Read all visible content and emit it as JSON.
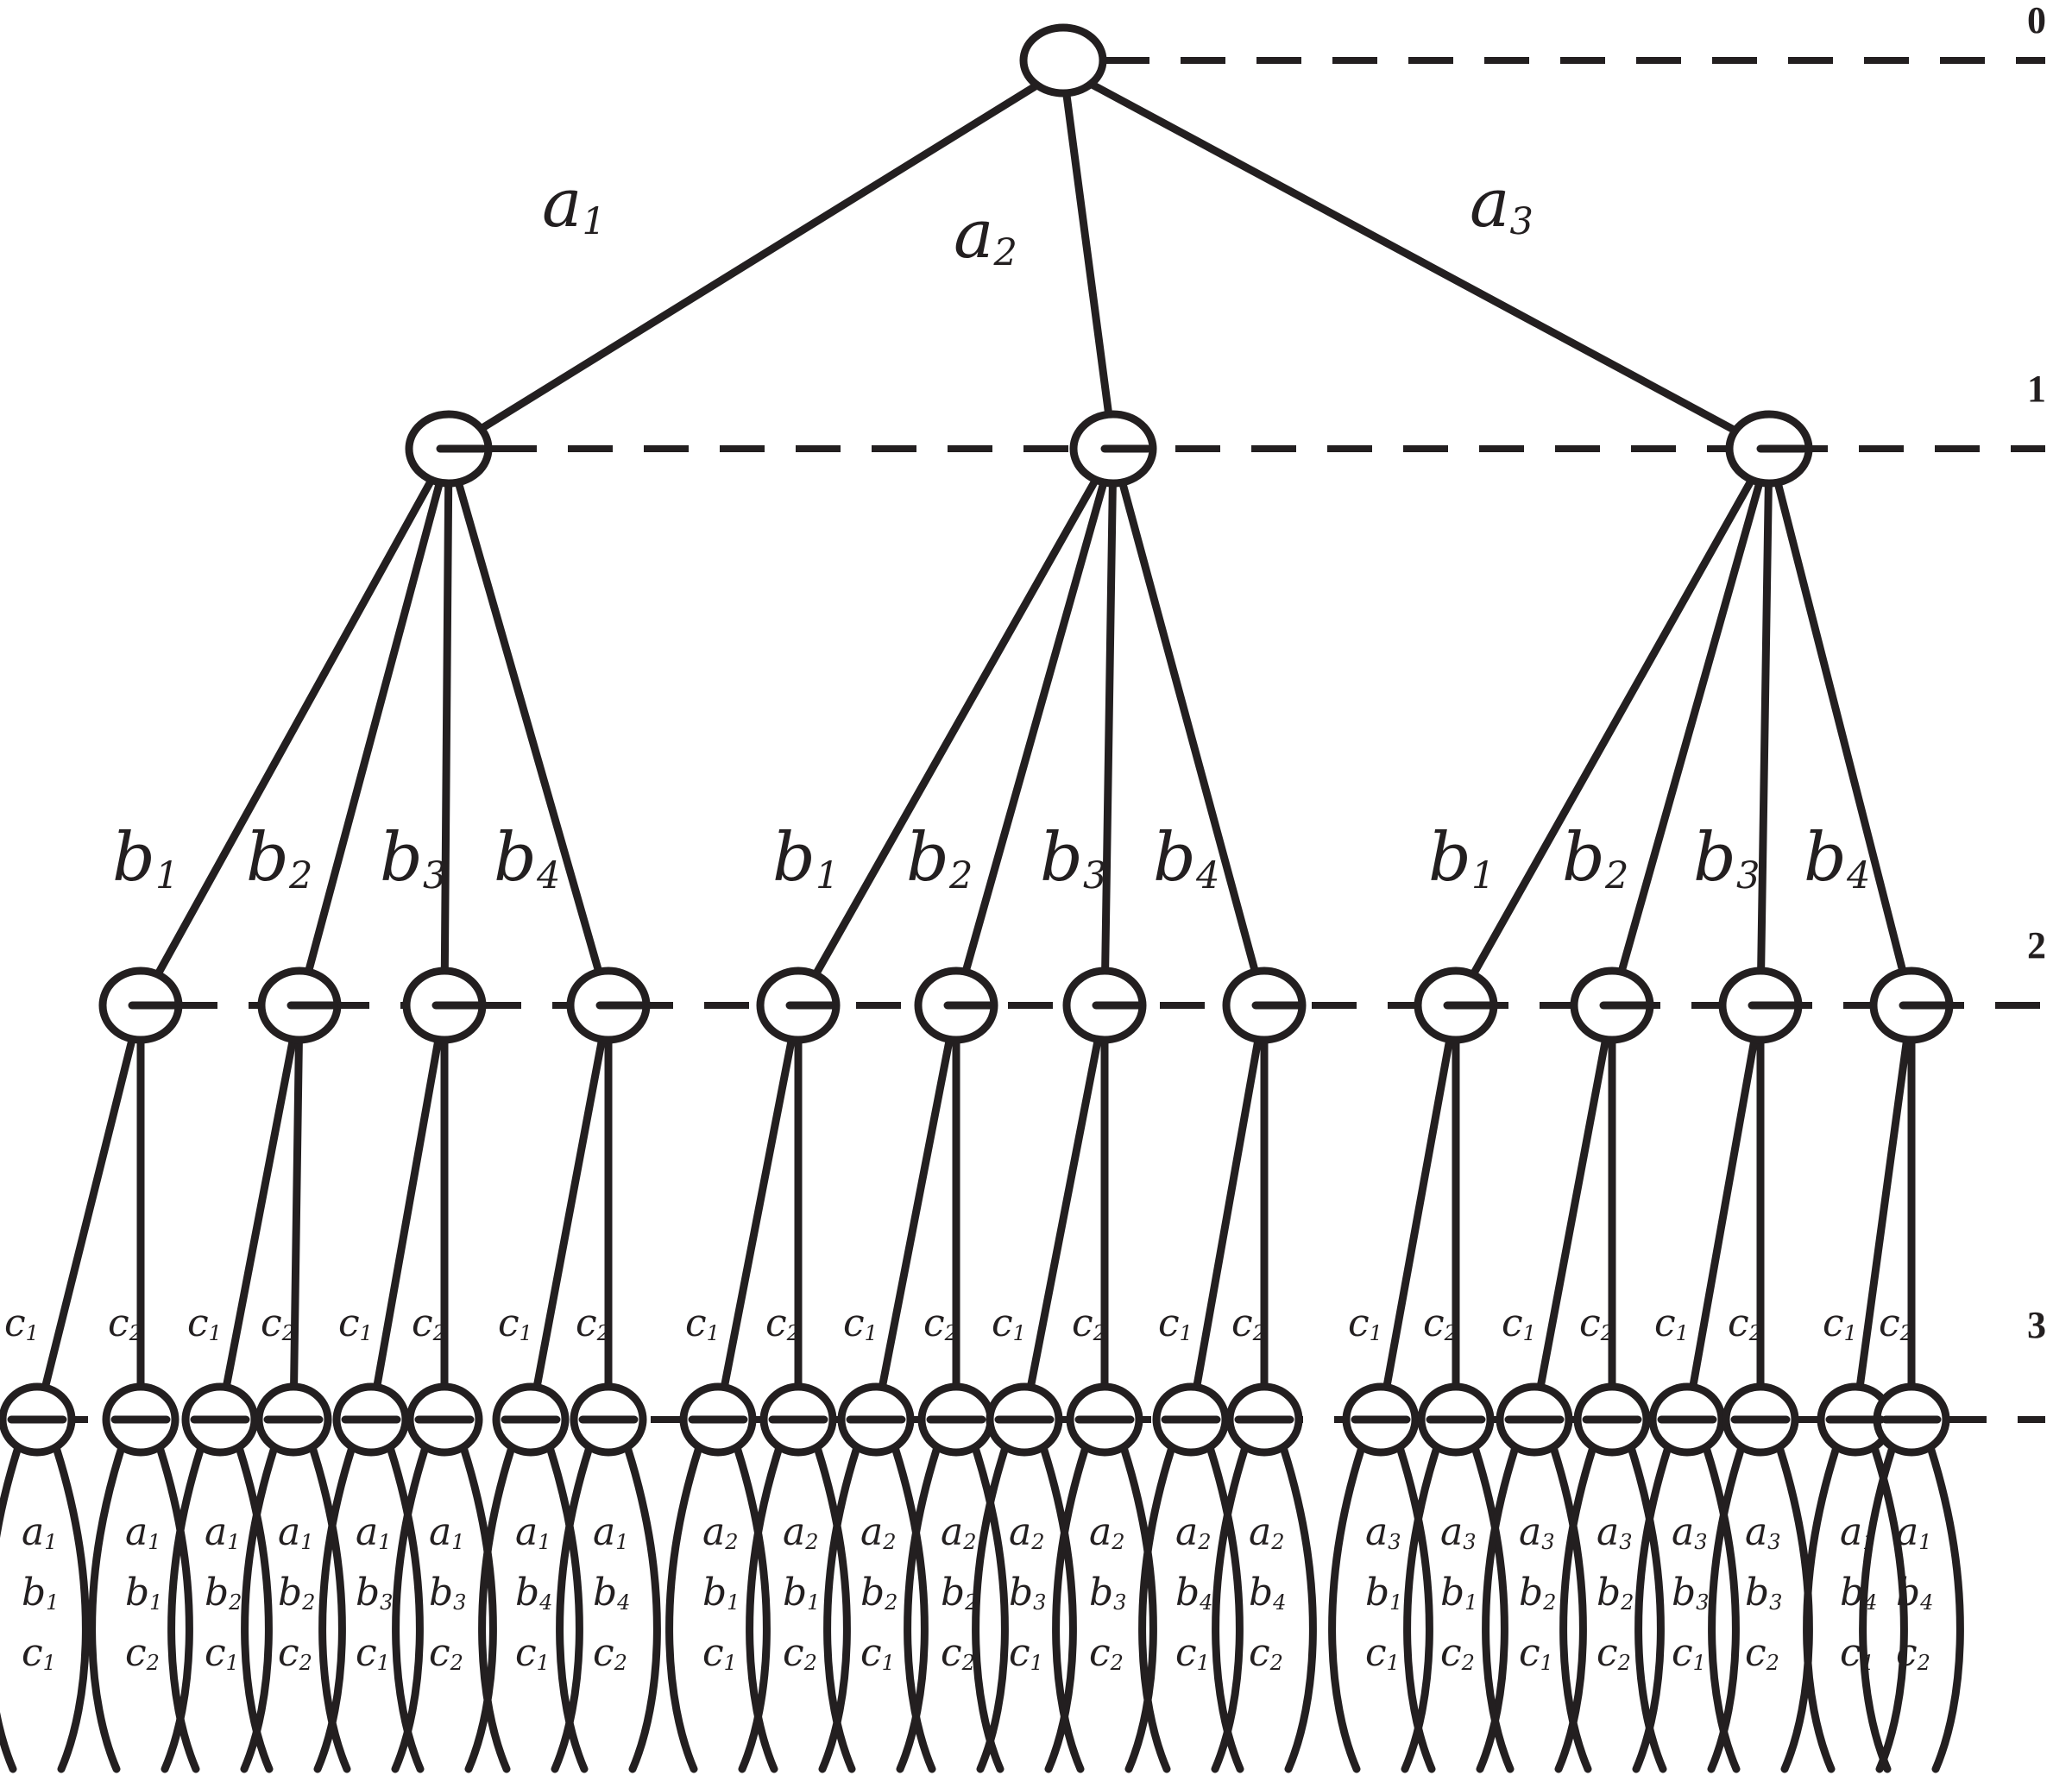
{
  "level_labels": [
    "0",
    "1",
    "2",
    "3"
  ],
  "level1": {
    "edges": [
      {
        "letter": "a",
        "index": "1"
      },
      {
        "letter": "a",
        "index": "2"
      },
      {
        "letter": "a",
        "index": "3"
      }
    ]
  },
  "level2": {
    "edges": [
      {
        "letter": "b",
        "index": "1"
      },
      {
        "letter": "b",
        "index": "2"
      },
      {
        "letter": "b",
        "index": "3"
      },
      {
        "letter": "b",
        "index": "4"
      }
    ]
  },
  "level3": {
    "edges": [
      {
        "letter": "c",
        "index": "1"
      },
      {
        "letter": "c",
        "index": "2"
      }
    ]
  },
  "leaves": [
    [
      [
        "a",
        "1"
      ],
      [
        "b",
        "1"
      ],
      [
        "c",
        "1"
      ]
    ],
    [
      [
        "a",
        "1"
      ],
      [
        "b",
        "1"
      ],
      [
        "c",
        "2"
      ]
    ],
    [
      [
        "a",
        "1"
      ],
      [
        "b",
        "2"
      ],
      [
        "c",
        "1"
      ]
    ],
    [
      [
        "a",
        "1"
      ],
      [
        "b",
        "2"
      ],
      [
        "c",
        "2"
      ]
    ],
    [
      [
        "a",
        "1"
      ],
      [
        "b",
        "3"
      ],
      [
        "c",
        "1"
      ]
    ],
    [
      [
        "a",
        "1"
      ],
      [
        "b",
        "3"
      ],
      [
        "c",
        "2"
      ]
    ],
    [
      [
        "a",
        "1"
      ],
      [
        "b",
        "4"
      ],
      [
        "c",
        "1"
      ]
    ],
    [
      [
        "a",
        "1"
      ],
      [
        "b",
        "4"
      ],
      [
        "c",
        "2"
      ]
    ],
    [
      [
        "a",
        "2"
      ],
      [
        "b",
        "1"
      ],
      [
        "c",
        "1"
      ]
    ],
    [
      [
        "a",
        "2"
      ],
      [
        "b",
        "1"
      ],
      [
        "c",
        "2"
      ]
    ],
    [
      [
        "a",
        "2"
      ],
      [
        "b",
        "2"
      ],
      [
        "c",
        "1"
      ]
    ],
    [
      [
        "a",
        "2"
      ],
      [
        "b",
        "2"
      ],
      [
        "c",
        "2"
      ]
    ],
    [
      [
        "a",
        "2"
      ],
      [
        "b",
        "3"
      ],
      [
        "c",
        "1"
      ]
    ],
    [
      [
        "a",
        "2"
      ],
      [
        "b",
        "3"
      ],
      [
        "c",
        "2"
      ]
    ],
    [
      [
        "a",
        "2"
      ],
      [
        "b",
        "4"
      ],
      [
        "c",
        "1"
      ]
    ],
    [
      [
        "a",
        "2"
      ],
      [
        "b",
        "4"
      ],
      [
        "c",
        "2"
      ]
    ],
    [
      [
        "a",
        "3"
      ],
      [
        "b",
        "1"
      ],
      [
        "c",
        "1"
      ]
    ],
    [
      [
        "a",
        "3"
      ],
      [
        "b",
        "1"
      ],
      [
        "c",
        "2"
      ]
    ],
    [
      [
        "a",
        "3"
      ],
      [
        "b",
        "2"
      ],
      [
        "c",
        "1"
      ]
    ],
    [
      [
        "a",
        "3"
      ],
      [
        "b",
        "2"
      ],
      [
        "c",
        "2"
      ]
    ],
    [
      [
        "a",
        "3"
      ],
      [
        "b",
        "3"
      ],
      [
        "c",
        "1"
      ]
    ],
    [
      [
        "a",
        "3"
      ],
      [
        "b",
        "3"
      ],
      [
        "c",
        "2"
      ]
    ],
    [
      [
        "a",
        "1"
      ],
      [
        "b",
        "4"
      ],
      [
        "c",
        "1"
      ]
    ],
    [
      [
        "a",
        "1"
      ],
      [
        "b",
        "4"
      ],
      [
        "c",
        "2"
      ]
    ]
  ]
}
